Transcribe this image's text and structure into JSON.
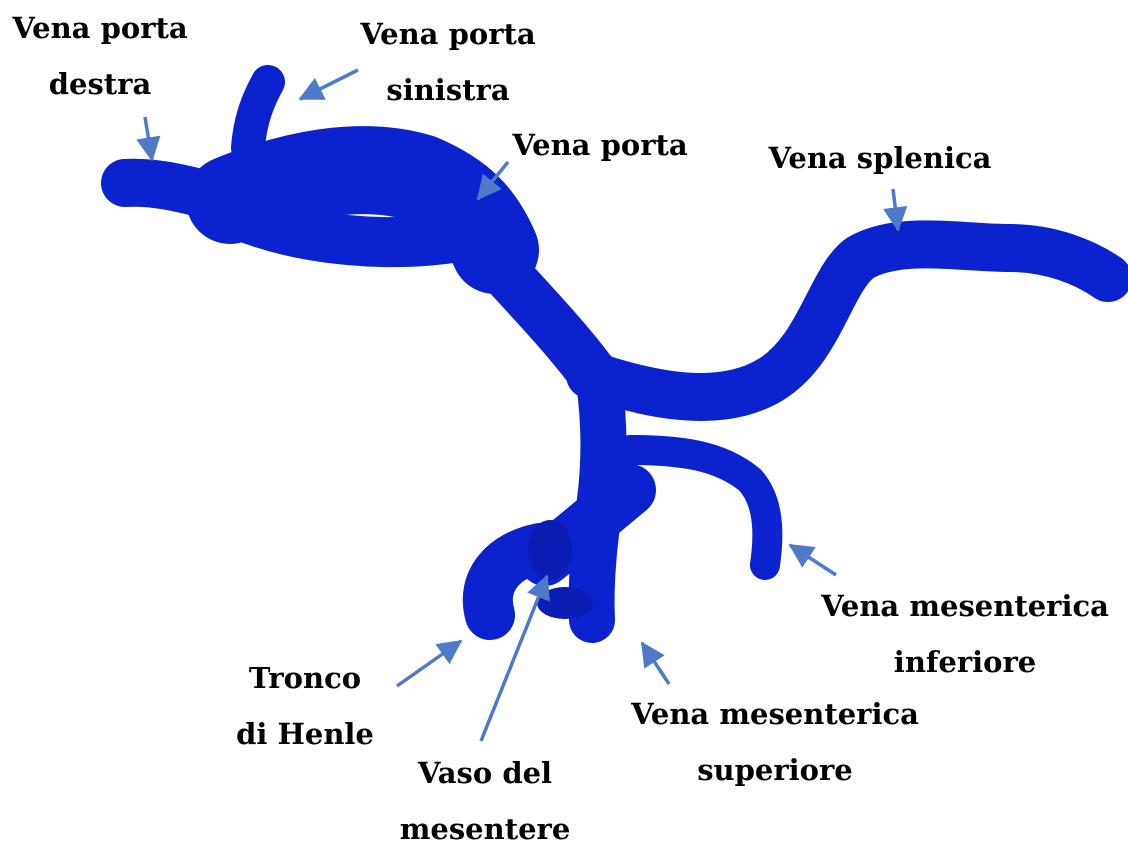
{
  "colors": {
    "vessel": "#0b22cf",
    "vessel_dark": "#061495",
    "arrow": "#4f7ac8",
    "text": "#000000"
  },
  "labels": {
    "vena_porta_destra": [
      "Vena porta",
      "destra"
    ],
    "vena_porta_sinistra": [
      "Vena porta",
      "sinistra"
    ],
    "vena_porta": [
      "Vena porta"
    ],
    "vena_splenica": [
      "Vena splenica"
    ],
    "vena_mesenterica_inferiore": [
      "Vena mesenterica",
      "inferiore"
    ],
    "vena_mesenterica_superiore": [
      "Vena mesenterica",
      "superiore"
    ],
    "tronco_di_henle": [
      "Tronco",
      "di Henle"
    ],
    "vaso_del_mesentere": [
      "Vaso del",
      "mesentere"
    ]
  }
}
